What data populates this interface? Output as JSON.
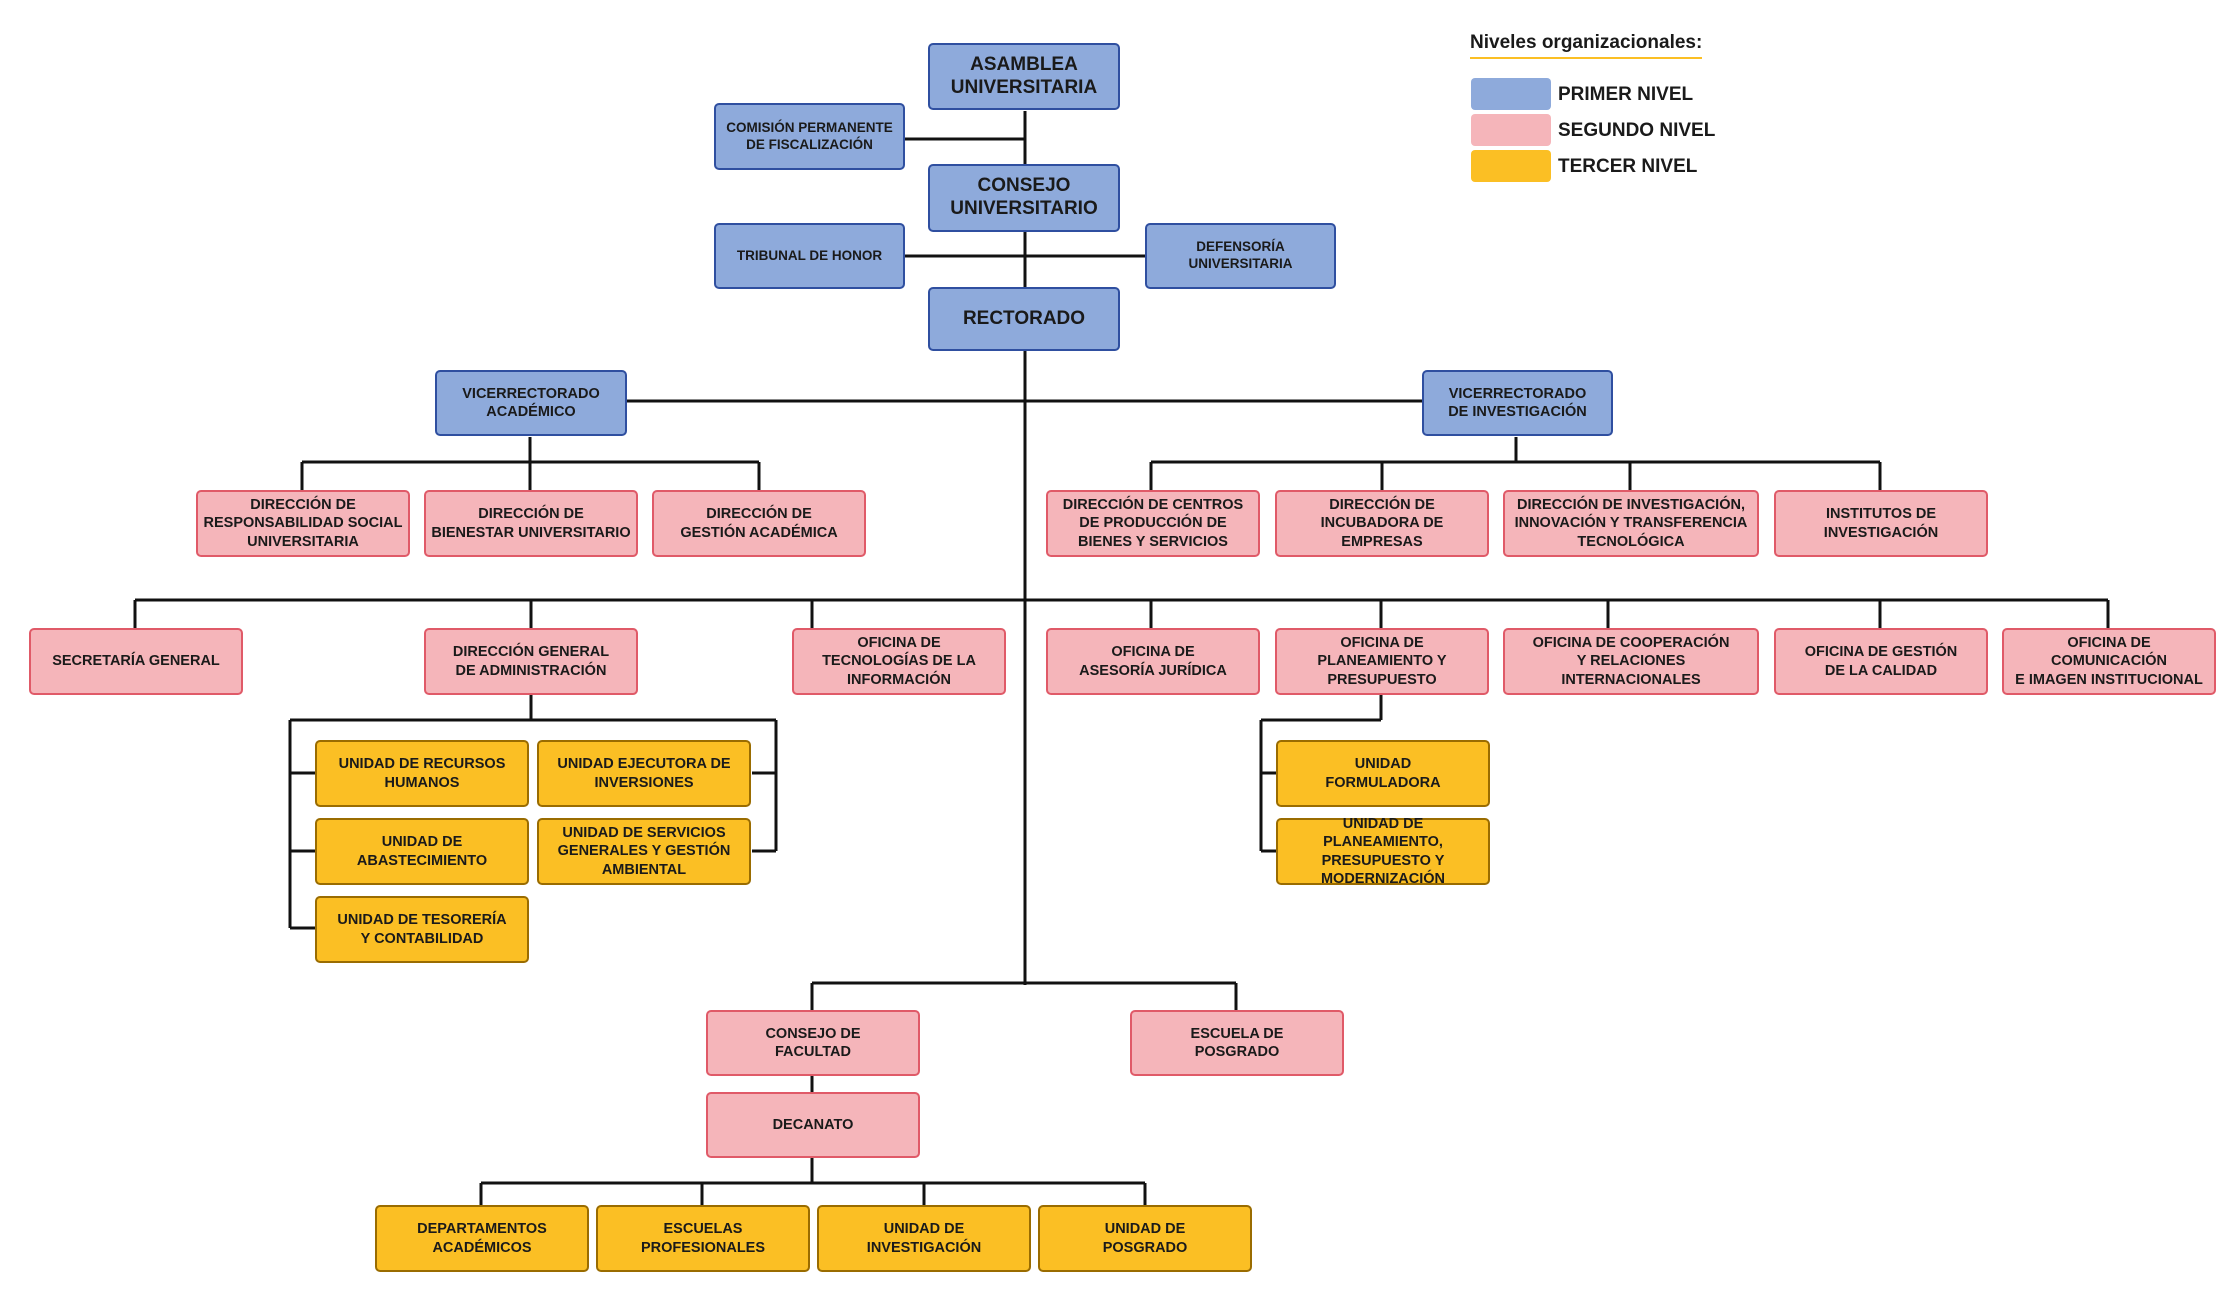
{
  "legend": {
    "title": "Niveles organizacionales:",
    "items": [
      {
        "label": "PRIMER NIVEL",
        "color": "#8eaadb"
      },
      {
        "label": "SEGUNDO NIVEL",
        "color": "#f5b5ba"
      },
      {
        "label": "TERCER NIVEL",
        "color": "#fbbf24"
      }
    ]
  },
  "nodes": {
    "asamblea": "ASAMBLEA\nUNIVERSITARIA",
    "comision": "COMISIÓN PERMANENTE\nDE FISCALIZACIÓN",
    "consejo_univ": "CONSEJO\nUNIVERSITARIO",
    "tribunal": "TRIBUNAL DE HONOR",
    "defensoria": "DEFENSORÍA\nUNIVERSITARIA",
    "rectorado": "RECTORADO",
    "vice_acad": "VICERRECTORADO\nACADÉMICO",
    "vice_inv": "VICERRECTORADO\nDE INVESTIGACIÓN",
    "dir_resp": "DIRECCIÓN DE\nRESPONSABILIDAD SOCIAL\nUNIVERSITARIA",
    "dir_bien": "DIRECCIÓN DE\nBIENESTAR UNIVERSITARIO",
    "dir_gest": "DIRECCIÓN DE\nGESTIÓN ACADÉMICA",
    "dir_cent": "DIRECCIÓN DE CENTROS\nDE PRODUCCIÓN DE\nBIENES Y SERVICIOS",
    "dir_incu": "DIRECCIÓN DE\nINCUBADORA DE\nEMPRESAS",
    "dir_inv": "DIRECCIÓN DE INVESTIGACIÓN,\nINNOVACIÓN Y TRANSFERENCIA\nTECNOLÓGICA",
    "inst_inv": "INSTITUTOS DE\nINVESTIGACIÓN",
    "secretaria": "SECRETARÍA GENERAL",
    "dir_admin": "DIRECCIÓN GENERAL\nDE ADMINISTRACIÓN",
    "of_tec": "OFICINA DE\nTECNOLOGÍAS DE LA\nINFORMACIÓN",
    "of_ase": "OFICINA DE\nASESORÍA JURÍDICA",
    "of_plan": "OFICINA DE\nPLANEAMIENTO Y\nPRESUPUESTO",
    "of_coop": "OFICINA DE COOPERACIÓN\nY RELACIONES\nINTERNACIONALES",
    "of_cal": "OFICINA DE GESTIÓN\nDE LA CALIDAD",
    "of_com": "OFICINA DE COMUNICACIÓN\nE IMAGEN INSTITUCIONAL",
    "u_rrhh": "UNIDAD DE RECURSOS\nHUMANOS",
    "u_ejec": "UNIDAD EJECUTORA DE\nINVERSIONES",
    "u_abas": "UNIDAD DE\nABASTECIMIENTO",
    "u_serv": "UNIDAD DE SERVICIOS\nGENERALES Y GESTIÓN\nAMBIENTAL",
    "u_teso": "UNIDAD DE TESORERÍA\nY CONTABILIDAD",
    "u_form": "UNIDAD\nFORMULADORA",
    "u_plan": "UNIDAD DE PLANEAMIENTO,\nPRESUPUESTO Y\nMODERNIZACIÓN",
    "consejo_fac": "CONSEJO DE\nFACULTAD",
    "escuela_pos": "ESCUELA DE\nPOSGRADO",
    "decanato": "DECANATO",
    "dep_acad": "DEPARTAMENTOS\nACADÉMICOS",
    "esc_prof": "ESCUELAS\nPROFESIONALES",
    "u_inv": "UNIDAD DE\nINVESTIGACIÓN",
    "u_pos": "UNIDAD DE\nPOSGRADO"
  }
}
